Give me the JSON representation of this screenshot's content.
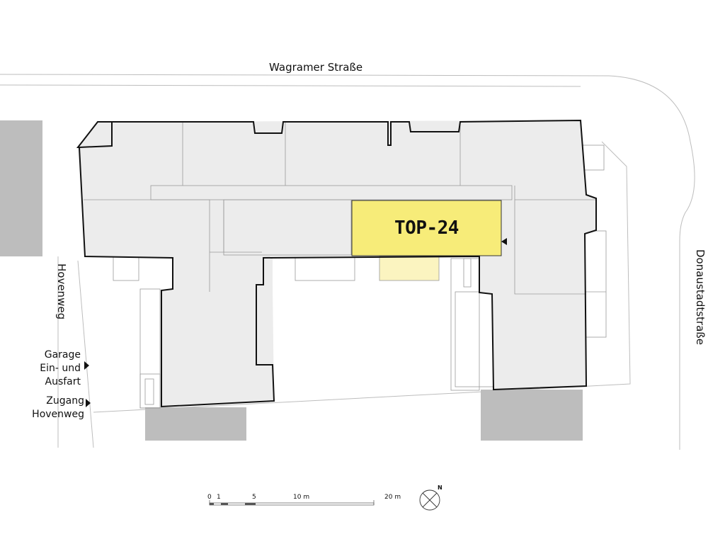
{
  "streets": {
    "top": "Wagramer Straße",
    "left": "Hovenweg",
    "right": "Donaustadtstraße"
  },
  "entries": [
    {
      "label_line1": "Garage",
      "label_line2": "Ein- und",
      "label_line3": "Ausfart"
    },
    {
      "label_line1": "Zugang",
      "label_line2": "Hovenweg"
    }
  ],
  "unit": {
    "label": "TOP-24",
    "highlight_color": "#f7ec79",
    "balcony_color": "#fbf4c0"
  },
  "scale": {
    "ticks": [
      "0",
      "1",
      "5",
      "10 m",
      "20 m"
    ]
  },
  "north": {
    "label": "N"
  },
  "colors": {
    "building": "#ececec",
    "outline": "#111111",
    "neighbor": "#bdbdbd",
    "thin_line": "#9a9a9a"
  }
}
